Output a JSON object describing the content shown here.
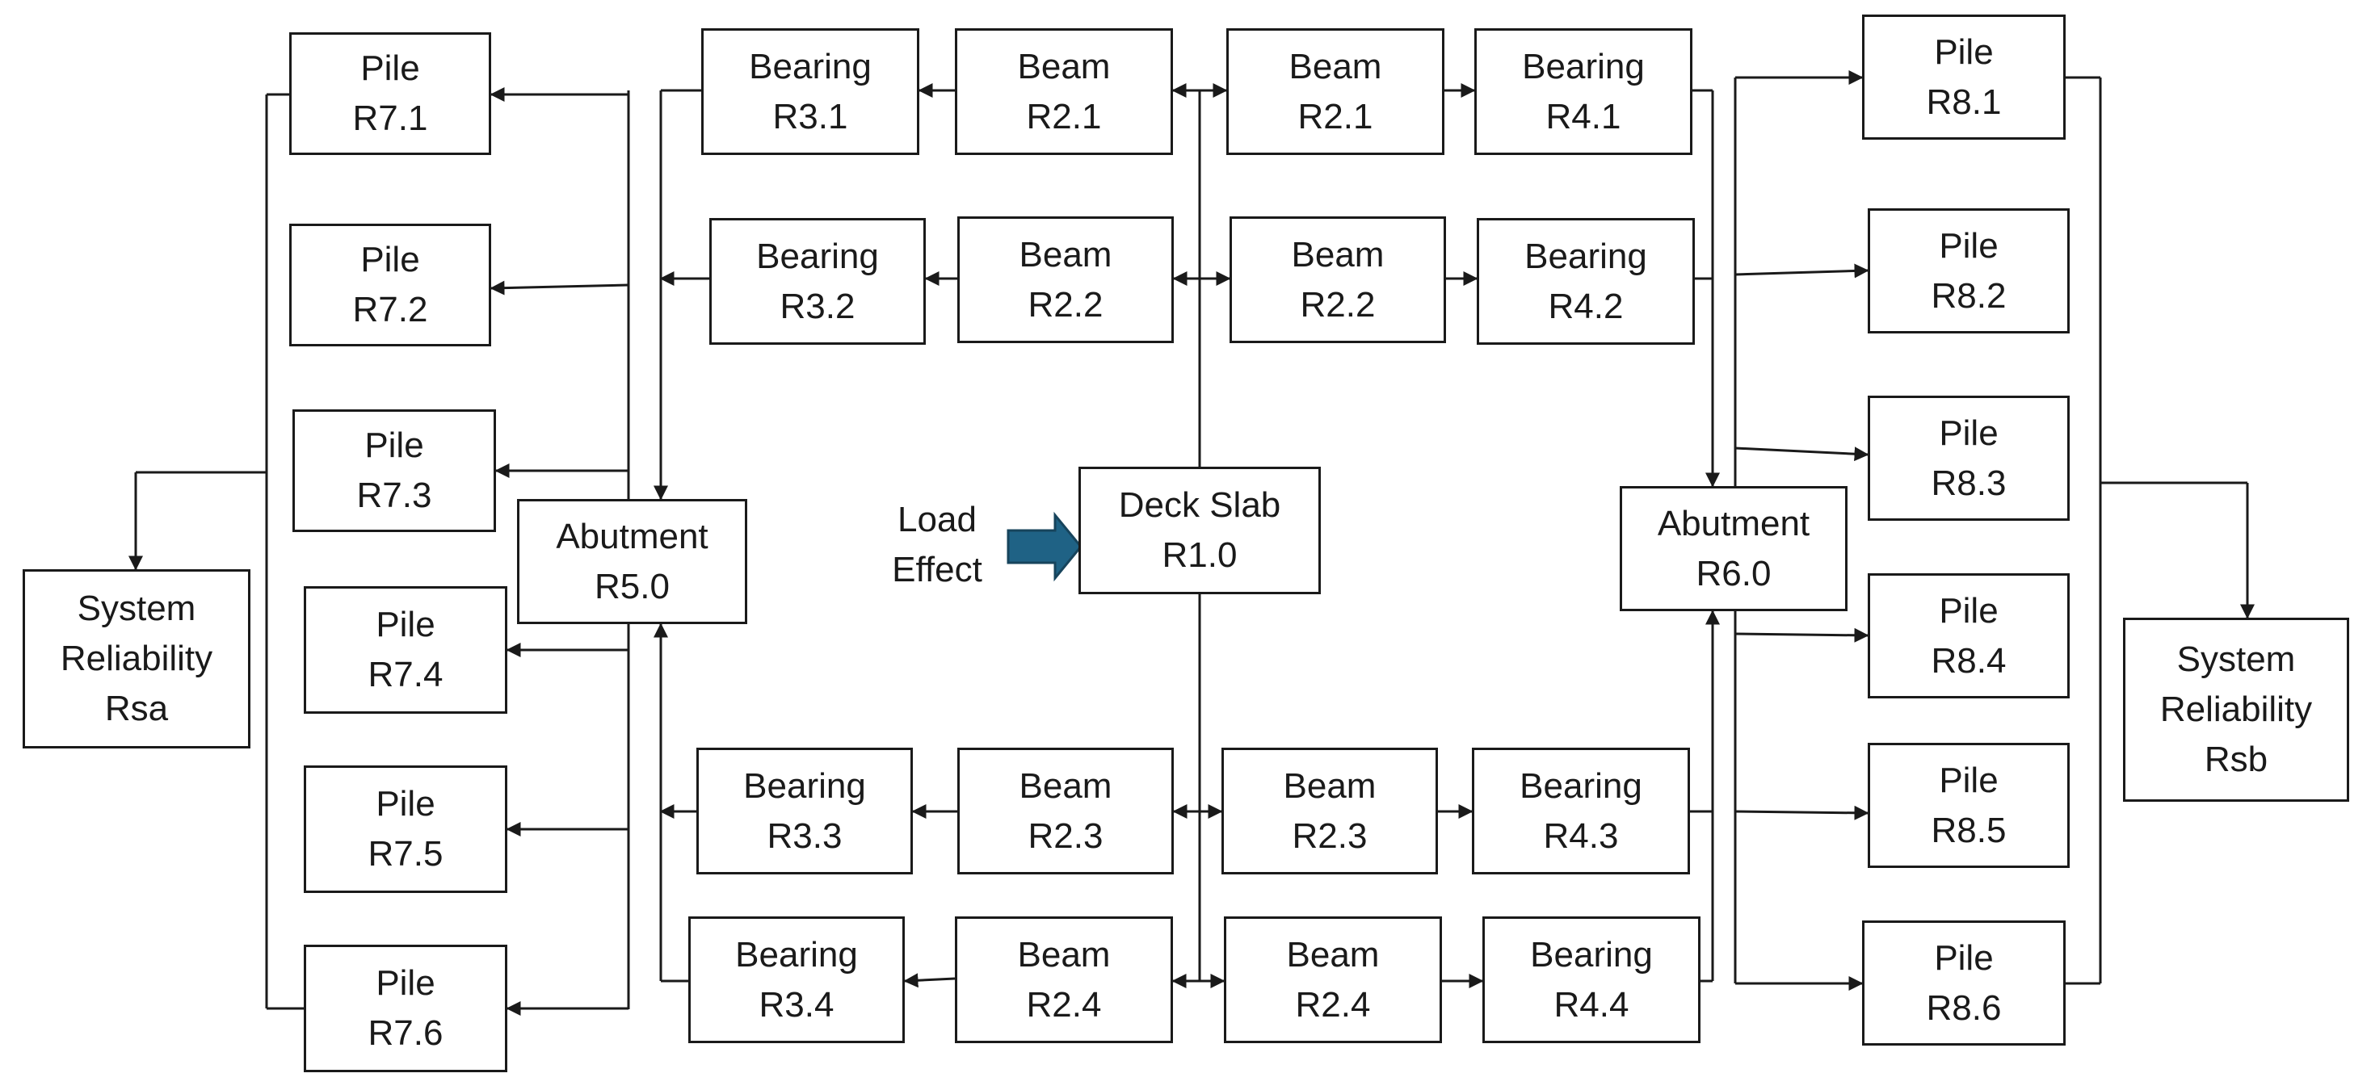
{
  "colors": {
    "line": "#1a1a1a",
    "arrow_fill": "#1f6285",
    "arrow_stroke": "#17445c"
  },
  "load_effect": {
    "line1": "Load",
    "line2": "Effect"
  },
  "deck": {
    "line1": "Deck Slab",
    "line2": "R1.0"
  },
  "abutments": {
    "left": {
      "line1": "Abutment",
      "line2": "R5.0"
    },
    "right": {
      "line1": "Abutment",
      "line2": "R6.0"
    }
  },
  "beams_left": [
    {
      "line1": "Beam",
      "line2": "R2.1"
    },
    {
      "line1": "Beam",
      "line2": "R2.2"
    },
    {
      "line1": "Beam",
      "line2": "R2.3"
    },
    {
      "line1": "Beam",
      "line2": "R2.4"
    }
  ],
  "beams_right": [
    {
      "line1": "Beam",
      "line2": "R2.1"
    },
    {
      "line1": "Beam",
      "line2": "R2.2"
    },
    {
      "line1": "Beam",
      "line2": "R2.3"
    },
    {
      "line1": "Beam",
      "line2": "R2.4"
    }
  ],
  "bearings_left": [
    {
      "line1": "Bearing",
      "line2": "R3.1"
    },
    {
      "line1": "Bearing",
      "line2": "R3.2"
    },
    {
      "line1": "Bearing",
      "line2": "R3.3"
    },
    {
      "line1": "Bearing",
      "line2": "R3.4"
    }
  ],
  "bearings_right": [
    {
      "line1": "Bearing",
      "line2": "R4.1"
    },
    {
      "line1": "Bearing",
      "line2": "R4.2"
    },
    {
      "line1": "Bearing",
      "line2": "R4.3"
    },
    {
      "line1": "Bearing",
      "line2": "R4.4"
    }
  ],
  "piles_left": [
    {
      "line1": "Pile",
      "line2": "R7.1"
    },
    {
      "line1": "Pile",
      "line2": "R7.2"
    },
    {
      "line1": "Pile",
      "line2": "R7.3"
    },
    {
      "line1": "Pile",
      "line2": "R7.4"
    },
    {
      "line1": "Pile",
      "line2": "R7.5"
    },
    {
      "line1": "Pile",
      "line2": "R7.6"
    }
  ],
  "piles_right": [
    {
      "line1": "Pile",
      "line2": "R8.1"
    },
    {
      "line1": "Pile",
      "line2": "R8.2"
    },
    {
      "line1": "Pile",
      "line2": "R8.3"
    },
    {
      "line1": "Pile",
      "line2": "R8.4"
    },
    {
      "line1": "Pile",
      "line2": "R8.5"
    },
    {
      "line1": "Pile",
      "line2": "R8.6"
    }
  ],
  "system_left": {
    "line1": "System",
    "line2": "Reliability",
    "line3": "Rsa"
  },
  "system_right": {
    "line1": "System",
    "line2": "Reliability",
    "line3": "Rsb"
  }
}
